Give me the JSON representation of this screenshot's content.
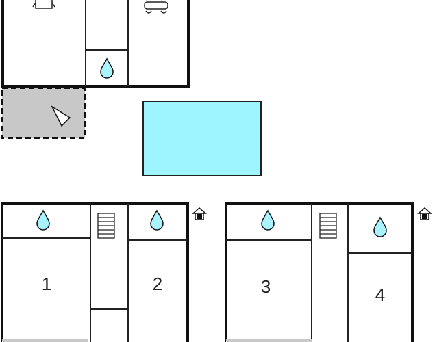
{
  "colors": {
    "wall": "#111111",
    "thin_wall": "#222222",
    "pool": "#9ff5ff",
    "terrace": "#c8c8c8",
    "background": "#ffffff"
  },
  "rooms": [
    {
      "id": "room-1",
      "label": "1"
    },
    {
      "id": "room-2",
      "label": "2"
    },
    {
      "id": "room-3",
      "label": "3"
    },
    {
      "id": "room-4",
      "label": "4"
    }
  ],
  "icons": [
    "water-drop-icon",
    "stairs-icon",
    "entrance-icon",
    "armchair-icon",
    "dining-table-icon",
    "terrace-arrow-icon"
  ]
}
